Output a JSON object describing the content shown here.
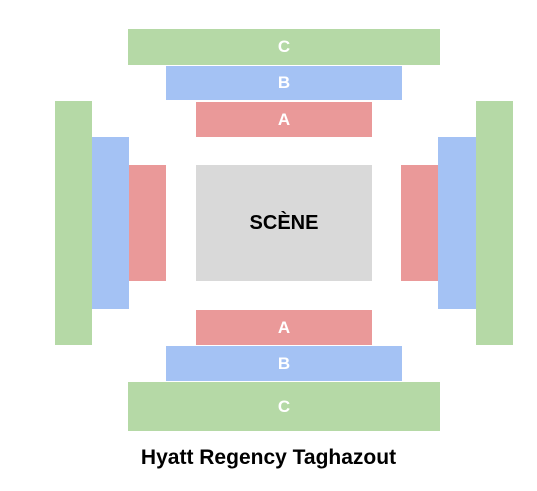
{
  "colors": {
    "section_c": "#b5d9a6",
    "section_b": "#a4c2f4",
    "section_a": "#ea9999",
    "stage": "#d9d9d9"
  },
  "stage": {
    "label": "SCÈNE"
  },
  "sections": {
    "top_c": "C",
    "top_b": "B",
    "top_a": "A",
    "bottom_a": "A",
    "bottom_b": "B",
    "bottom_c": "C"
  },
  "venue_name": "Hyatt Regency Taghazout"
}
